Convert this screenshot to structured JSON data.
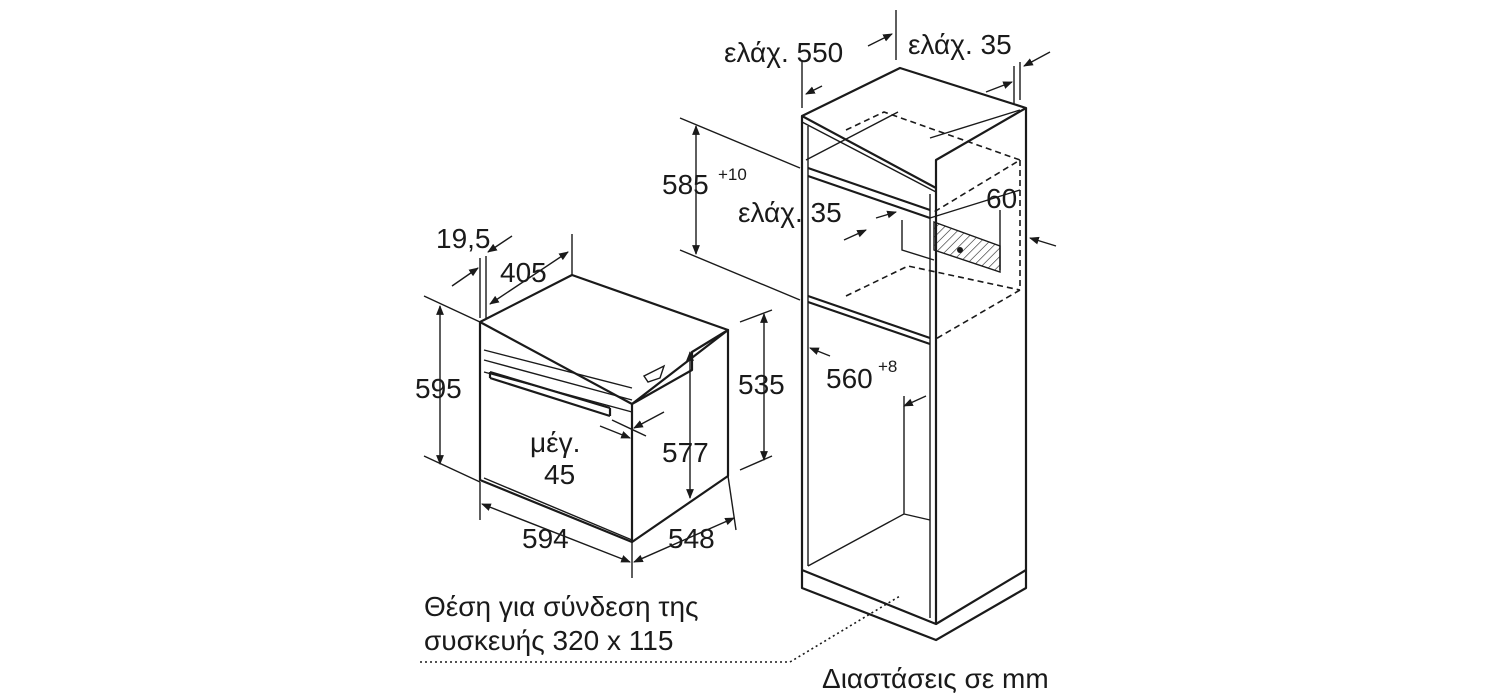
{
  "oven": {
    "width": "594",
    "height": "595",
    "depth": "548",
    "body_depth": "535",
    "front_height": "577",
    "top_depth": "405",
    "front_offset": "19,5",
    "handle_label": "μέγ.",
    "handle_value": "45"
  },
  "cabinet": {
    "depth_min": "ελάχ. 550",
    "gap_min": "ελάχ. 35",
    "niche_height": "585",
    "niche_height_tol": "+10",
    "shelf_gap_min": "ελάχ. 35",
    "vent": "60",
    "niche_width": "560",
    "niche_width_tol": "+8"
  },
  "note": {
    "line1": "Θέση για σύνδεση της",
    "line2": "συσκευής 320 x 115"
  },
  "units": "Διαστάσεις σε mm",
  "colors": {
    "line": "#1a1a1a",
    "background": "#ffffff"
  }
}
